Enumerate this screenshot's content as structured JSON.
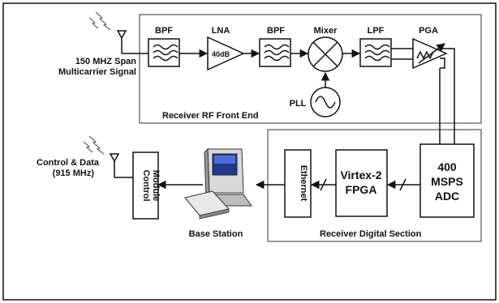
{
  "input_signal": {
    "line1": "150 MHZ Span",
    "line2": "Multicarrier Signal"
  },
  "rf_front_end": {
    "section_label": "Receiver RF Front End",
    "blocks": {
      "bpf1": "BPF",
      "lna": "LNA",
      "lna_gain": "40dB",
      "bpf2": "BPF",
      "mixer": "Mixer",
      "lpf": "LPF",
      "pga": "PGA",
      "pll": "PLL"
    }
  },
  "control": {
    "antenna_label_line1": "Control & Data",
    "antenna_label_line2": "(915 MHz)",
    "module_line1": "Control",
    "module_line2": "Module"
  },
  "base_station": {
    "label": "Base Station"
  },
  "digital_section": {
    "section_label": "Receiver Digital Section",
    "ethernet": "Ethernet",
    "fpga_line1": "Virtex-2",
    "fpga_line2": "FPGA",
    "adc_line1": "400",
    "adc_line2": "MSPS",
    "adc_line3": "ADC"
  }
}
